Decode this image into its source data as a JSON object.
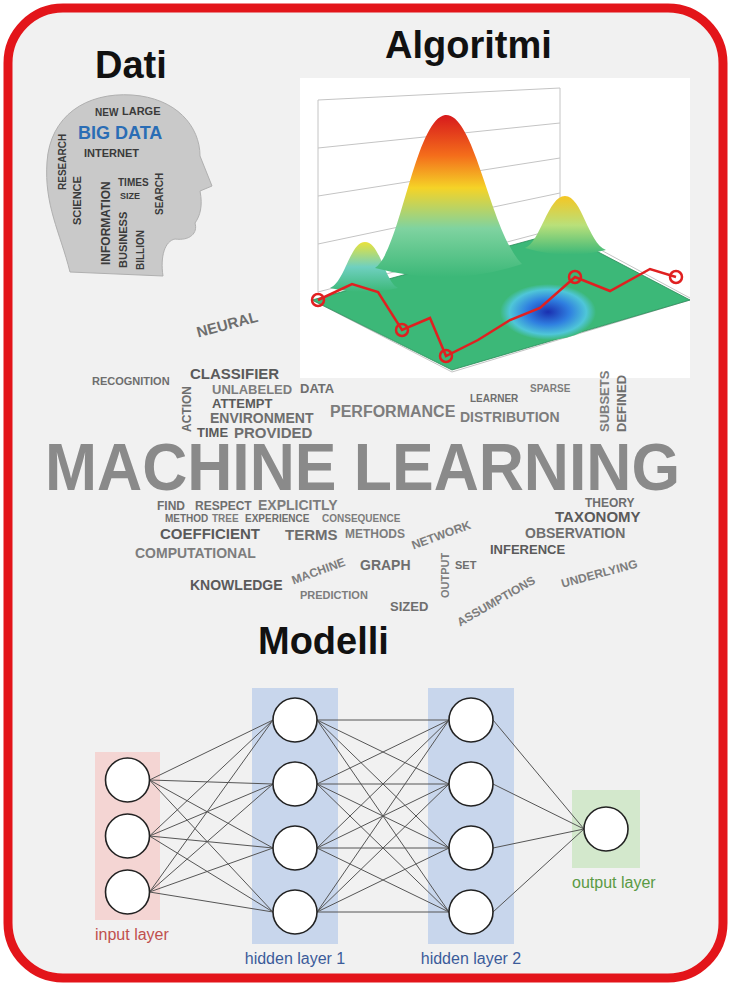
{
  "diagram": {
    "nodes": [
      {
        "text": [
          "input layer"
        ]
      },
      {
        "text": [
          "hidden layer 1"
        ]
      },
      {
        "text": [
          "hidden layer 2"
        ]
      },
      {
        "text": [
          "output layer"
        ]
      }
    ],
    "edges": [
      {
        "from": 0,
        "to": 1,
        "arrow": "none"
      },
      {
        "from": 1,
        "to": 2,
        "arrow": "none"
      },
      {
        "from": 2,
        "to": 3,
        "arrow": "none"
      }
    ],
    "labels": [
      "Dati",
      "Algoritmi",
      "BIG DATA",
      "LARGE",
      "NEW",
      "INTERNET",
      "RESEARCH",
      "SCIENCE",
      "SEARCH",
      "INFORMATION",
      "BUSINESS",
      "BILLION",
      "TIMES",
      "SIZE",
      "NEURAL",
      "RECOGNITION",
      "CLASSIFIER",
      "UNLABELED",
      "DATA",
      "ACTION",
      "ATTEMPT",
      "ENVIRONMENT",
      "PERFORMANCE",
      "LEARNER",
      "SPARSE",
      "DISTRIBUTION",
      "TIME",
      "PROVIDED",
      "SUBSETS",
      "DEFINED",
      "MACHINE LEARNING",
      "FIND",
      "RESPECT",
      "EXPLICITLY",
      "THEORY",
      "METHOD",
      "TREE",
      "EXPERIENCE",
      "CONSEQUENCE",
      "TAXONOMY",
      "COEFFICIENT",
      "TERMS",
      "METHODS",
      "NETWORK",
      "OBSERVATION",
      "INFERENCE",
      "COMPUTATIONAL",
      "UNDERLYING",
      "GRAPH",
      "MACHINE",
      "SET",
      "OUTPUT",
      "KNOWLEDGE",
      "PREDICTION",
      "SIZED",
      "ASSUMPTIONS",
      "Modelli"
    ]
  }
}
